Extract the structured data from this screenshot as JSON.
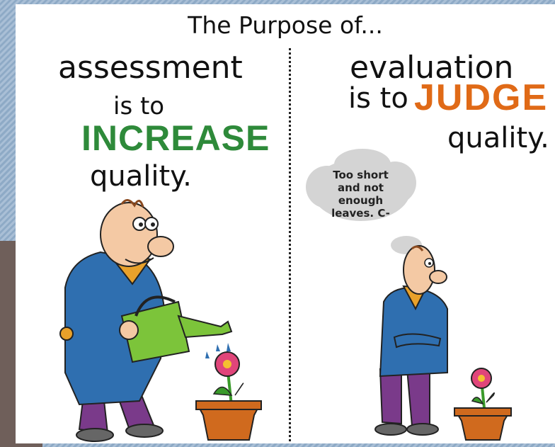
{
  "title": "The Purpose of...",
  "left": {
    "line1": "assessment",
    "line2": "is to",
    "keyword": "INCREASE",
    "line4": "quality."
  },
  "right": {
    "line1": "evaluation",
    "line2": "is to",
    "keyword": "JUDGE",
    "line4": "quality."
  },
  "thought_bubble": "Too short and not enough leaves. C-",
  "colors": {
    "increase": "#2e8a3a",
    "judge": "#e06a17",
    "jacket": "#2f6fb0",
    "pants": "#7a3a8a",
    "collar": "#e9a12a",
    "watering_can": "#7cc43a",
    "pot": "#d06a1e",
    "flower": "#e0457a"
  },
  "icons": [
    "gardener-figure",
    "watering-can-icon",
    "flower-pot-icon",
    "thought-cloud-icon",
    "judge-figure"
  ]
}
